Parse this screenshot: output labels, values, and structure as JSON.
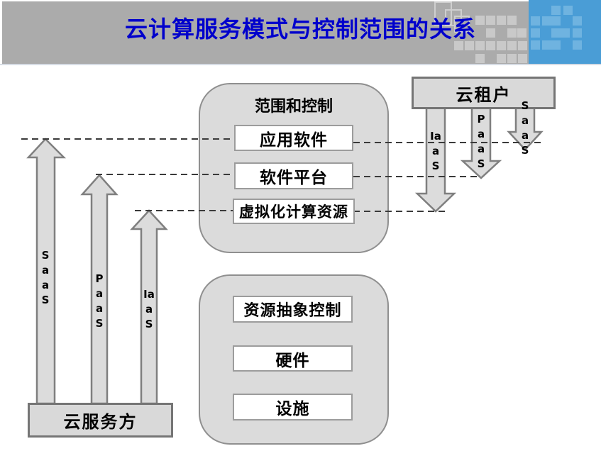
{
  "slide": {
    "title": "云计算服务模式与控制范围的关系"
  },
  "scope_panel": {
    "title": "范围和控制",
    "boxes": [
      "应用软件",
      "软件平台",
      "虚拟化计算资源"
    ]
  },
  "infra_panel": {
    "boxes": [
      "资源抽象控制",
      "硬件",
      "设施"
    ]
  },
  "provider": {
    "label": "云服务方",
    "arrow_labels": [
      "SaaS",
      "PaaS",
      "IaaS"
    ]
  },
  "tenant": {
    "label": "云租户",
    "arrow_labels": [
      "IaaS",
      "PaaS",
      "SaaS"
    ]
  },
  "colors": {
    "title_text": "#0000CC",
    "header_gray": "#ABABAB",
    "header_blue": "#4A9DD6",
    "panel_fill": "#DBDBDB",
    "panel_border": "#8F8F8F",
    "arrow_fill": "#DCDCDC",
    "arrow_border": "#7F7F7F",
    "box_fill": "#FFFFFF",
    "box_border": "#9C9C9C",
    "dashed_line": "#3A3A3A"
  },
  "decor": {
    "groups": [
      {
        "name": "gray-squares",
        "color": "#C9C9C9",
        "size": 13,
        "cells": [
          [
            670,
            22
          ],
          [
            685,
            22
          ],
          [
            700,
            22
          ],
          [
            715,
            22
          ],
          [
            685,
            40
          ],
          [
            715,
            40
          ],
          [
            729,
            40
          ],
          [
            640,
            58
          ],
          [
            655,
            58
          ],
          [
            670,
            58
          ],
          [
            685,
            58
          ],
          [
            700,
            58
          ],
          [
            715,
            58
          ],
          [
            730,
            58
          ],
          [
            670,
            76
          ],
          [
            700,
            76
          ],
          [
            715,
            76
          ],
          [
            730,
            76
          ]
        ]
      },
      {
        "name": "blue-squares",
        "color": "#6FB3E0",
        "size": 13,
        "cells": [
          [
            777,
            8
          ],
          [
            794,
            8
          ],
          [
            748,
            23
          ],
          [
            764,
            23
          ],
          [
            777,
            23
          ],
          [
            807,
            23
          ],
          [
            748,
            40
          ],
          [
            777,
            40
          ],
          [
            790,
            40
          ],
          [
            807,
            40
          ],
          [
            748,
            57
          ],
          [
            764,
            57
          ],
          [
            777,
            57
          ],
          [
            807,
            57
          ]
        ]
      }
    ],
    "outline_rects": [
      [
        612,
        2,
        21,
        30
      ],
      [
        627,
        13,
        20,
        20
      ],
      [
        640,
        22,
        18,
        20
      ]
    ]
  }
}
